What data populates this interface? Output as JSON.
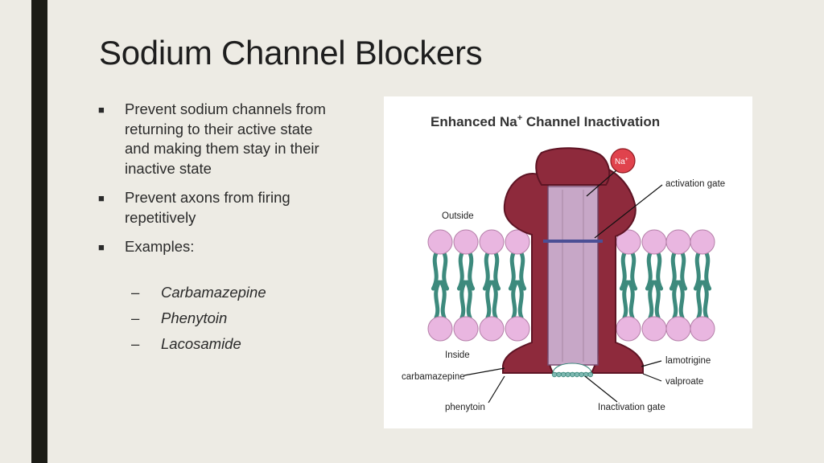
{
  "slide": {
    "title": "Sodium Channel Blockers",
    "bullets": [
      {
        "marker": "■",
        "text": "Prevent sodium channels from returning to their active state and making them stay in their inactive state"
      },
      {
        "marker": "■",
        "text": "Prevent axons from firing repetitively"
      },
      {
        "marker": "■",
        "text": "Examples:"
      }
    ],
    "examples": [
      {
        "dash": "–",
        "text": "Carbamazepine"
      },
      {
        "dash": "–",
        "text": "Phenytoin"
      },
      {
        "dash": "–",
        "text": "Lacosamide"
      }
    ]
  },
  "diagram": {
    "title": "Enhanced Na",
    "title_sup": "+",
    "title_rest": " Channel Inactivation",
    "ion": "Na",
    "ion_sup": "+",
    "labels": {
      "activation_gate": "activation gate",
      "outside": "Outside",
      "inside": "Inside",
      "lamotrigine": "lamotrigine",
      "valproate": "valproate",
      "carbamazepine": "carbamazepine",
      "phenytoin": "phenytoin",
      "inactivation_gate": "Inactivation gate"
    },
    "colors": {
      "channel": "#8e2a3c",
      "channel_dark": "#5e1424",
      "pore": "#c7a7c7",
      "lipid_head": "#e9b6e0",
      "lipid_tail": "#3d8a7d",
      "na_ion": "#e0434d",
      "gate_bar": "#4b4f95"
    }
  }
}
